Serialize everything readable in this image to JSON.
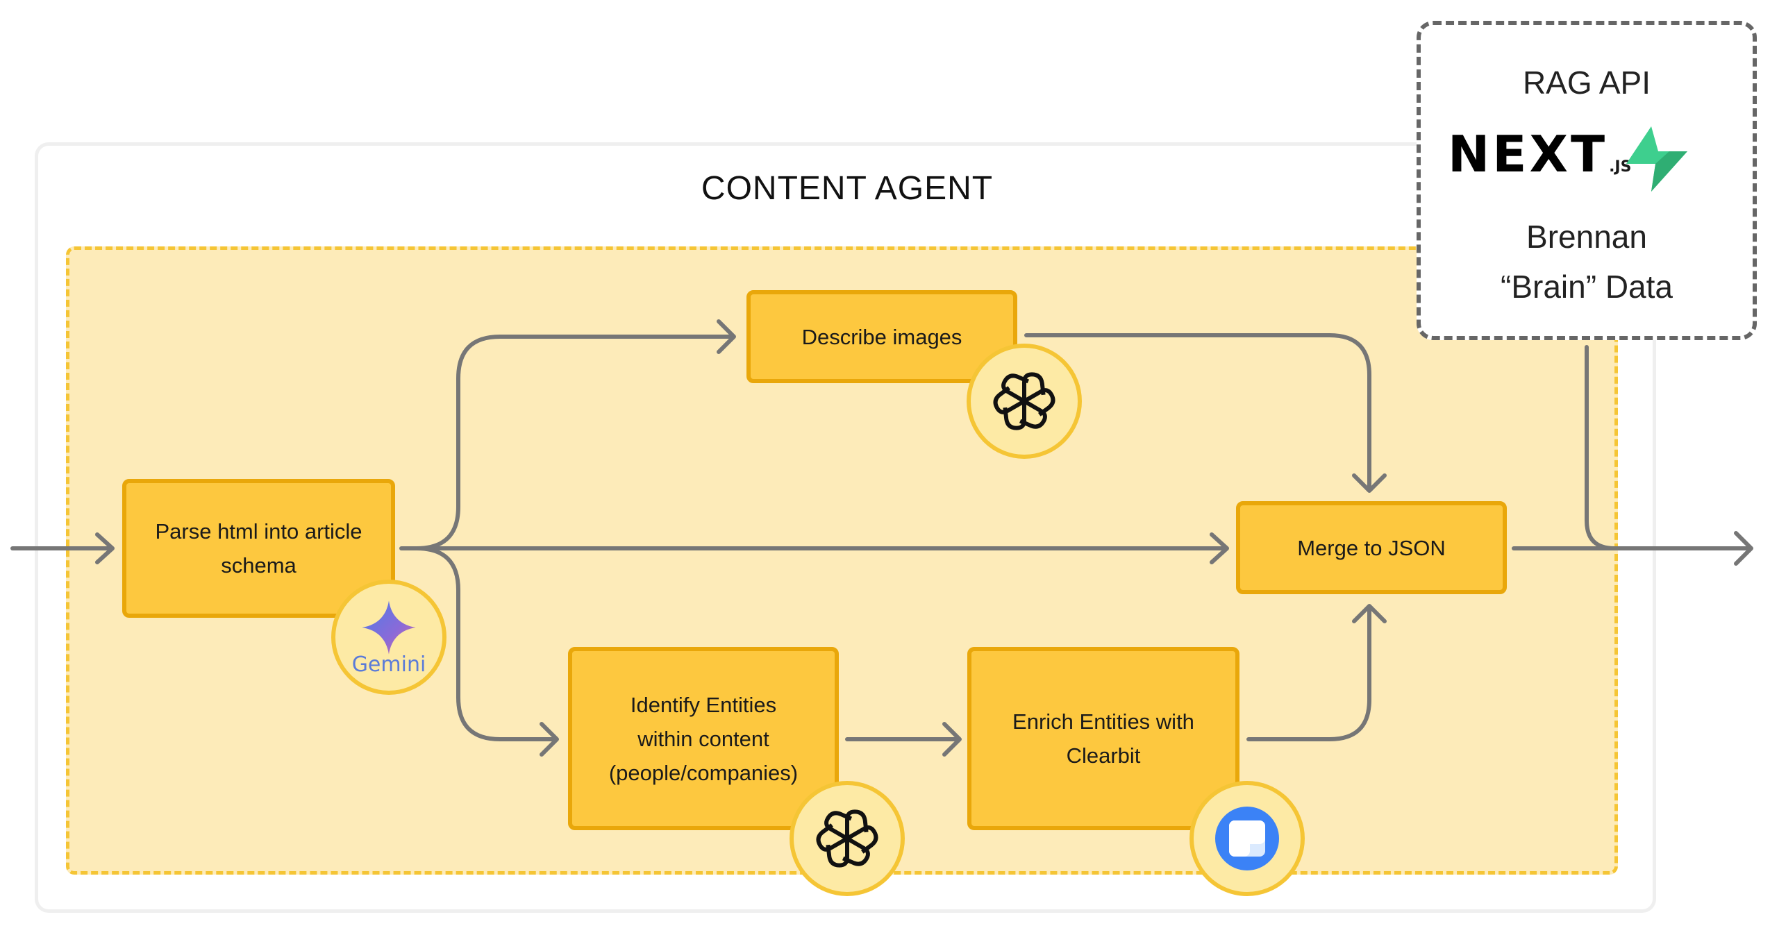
{
  "content_agent": {
    "title": "CONTENT AGENT"
  },
  "nodes": {
    "parse": {
      "label": "Parse html into article\nschema"
    },
    "describe": {
      "label": "Describe images"
    },
    "merge": {
      "label": "Merge to JSON"
    },
    "identify": {
      "label": "Identify Entities\nwithin content\n(people/companies)"
    },
    "enrich": {
      "label": "Enrich Entities with\nClearbit"
    }
  },
  "badges": {
    "gemini": {
      "icon": "gemini-icon",
      "label": "Gemini"
    },
    "openai_describe": {
      "icon": "openai-icon"
    },
    "openai_identify": {
      "icon": "openai-icon"
    },
    "clearbit": {
      "icon": "clearbit-icon"
    }
  },
  "rag_api": {
    "title": "RAG API",
    "logo_text": "NEXT",
    "logo_suffix": ".JS",
    "subtitle": "Brennan\n“Brain” Data"
  },
  "colors": {
    "box_fill": "#fdc83f",
    "box_border": "#e9a70a",
    "zone_fill": "#fdebb9",
    "arrow": "#767676",
    "supabase": "#3ecf8e",
    "clearbit": "#3b82f6"
  }
}
